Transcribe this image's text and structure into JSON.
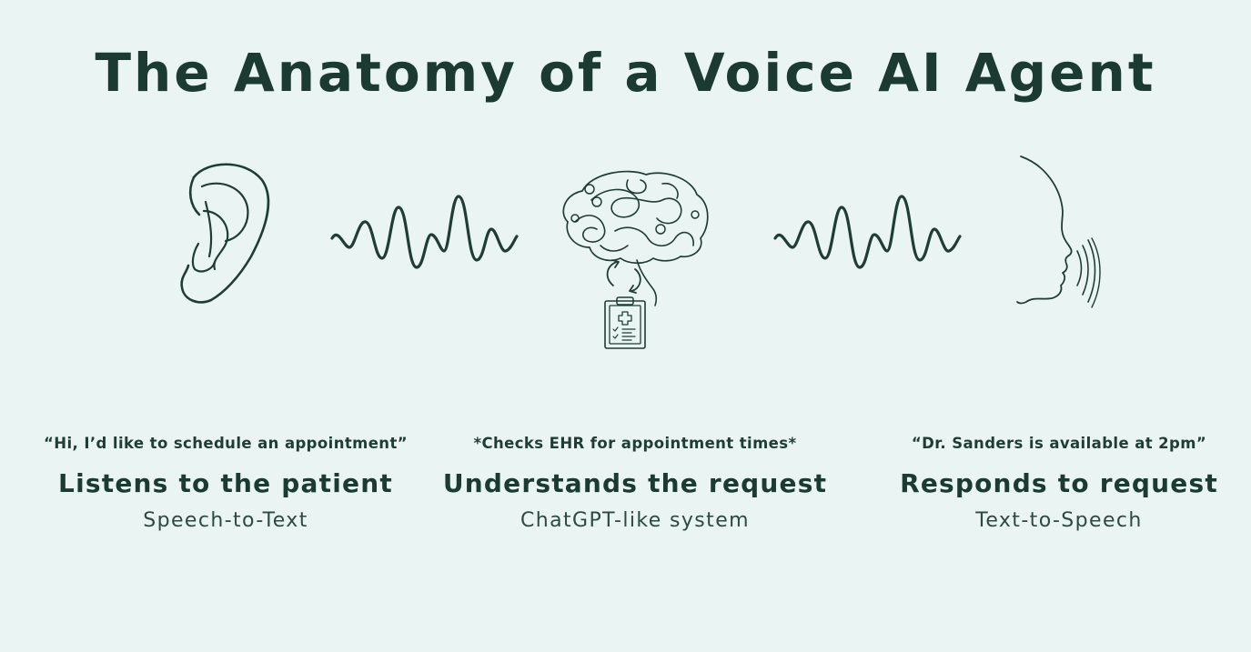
{
  "title": "The Anatomy of a Voice AI Agent",
  "icons": [
    "ear-icon",
    "sound-wave-icon",
    "brain-icon",
    "refresh-arrows-icon",
    "medical-clipboard-icon",
    "sound-wave-icon",
    "speaking-face-icon"
  ],
  "colors": {
    "background": "#eaf5f3",
    "ink": "#1b3a31"
  },
  "steps": [
    {
      "quote": "“Hi, I’d like to schedule an appointment”",
      "heading": "Listens to the patient",
      "subtitle": "Speech-to-Text"
    },
    {
      "quote": "*Checks EHR for appointment times*",
      "heading": "Understands the request",
      "subtitle": "ChatGPT-like system"
    },
    {
      "quote": "“Dr. Sanders is available at 2pm”",
      "heading": "Responds to request",
      "subtitle": "Text-to-Speech"
    }
  ]
}
